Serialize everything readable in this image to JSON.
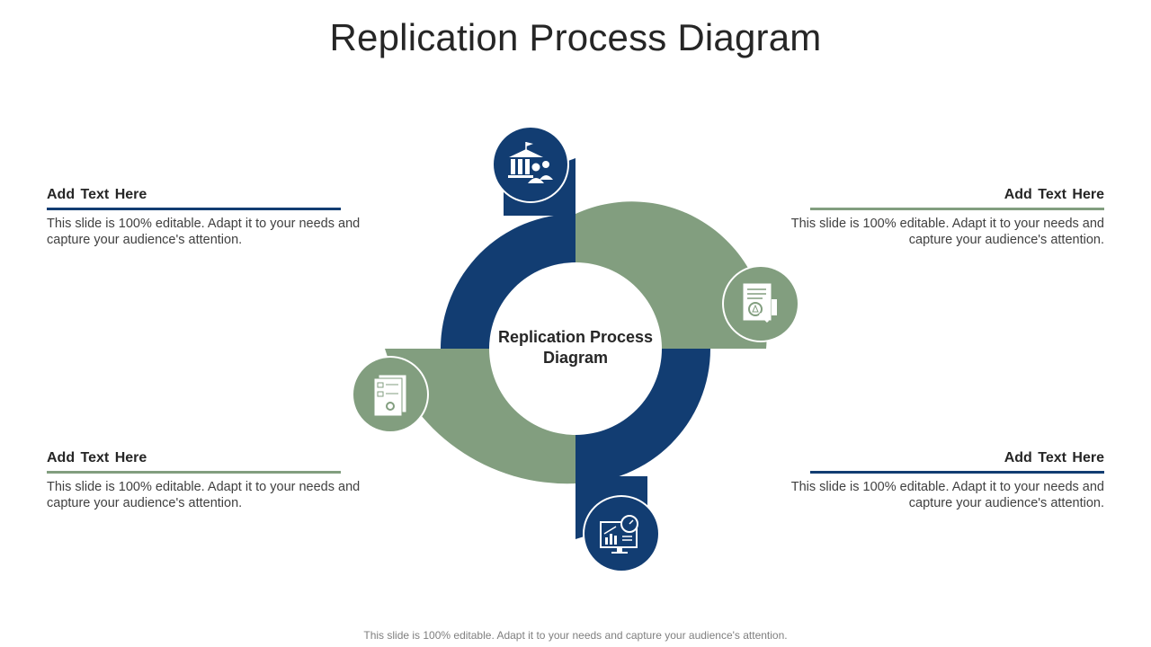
{
  "title": "Replication Process Diagram",
  "center_label": "Replication Process Diagram",
  "colors": {
    "navy": "#123D72",
    "sage": "#829E7F"
  },
  "blocks": {
    "top_left": {
      "heading": "Add  Text Here",
      "body": "This slide is 100% editable.  Adapt it to your needs and capture your audience's attention.",
      "accent": "navy"
    },
    "top_right": {
      "heading": "Add  Text Here",
      "body": "This slide is 100% editable.  Adapt it to your needs and capture your audience's attention.",
      "accent": "sage"
    },
    "bottom_left": {
      "heading": "Add  Text Here",
      "body": "This slide is 100% editable.  Adapt it to your needs and capture your audience's attention.",
      "accent": "sage"
    },
    "bottom_right": {
      "heading": "Add  Text Here",
      "body": "This slide is 100% editable.  Adapt it to your needs and capture your audience's attention.",
      "accent": "navy"
    }
  },
  "icons": {
    "top": "bank-people-icon",
    "right": "document-search-icon",
    "bottom": "analytics-monitor-icon",
    "left": "checklist-gear-icon"
  },
  "footer": "This slide is 100% editable. Adapt it to your needs and capture your audience's attention."
}
